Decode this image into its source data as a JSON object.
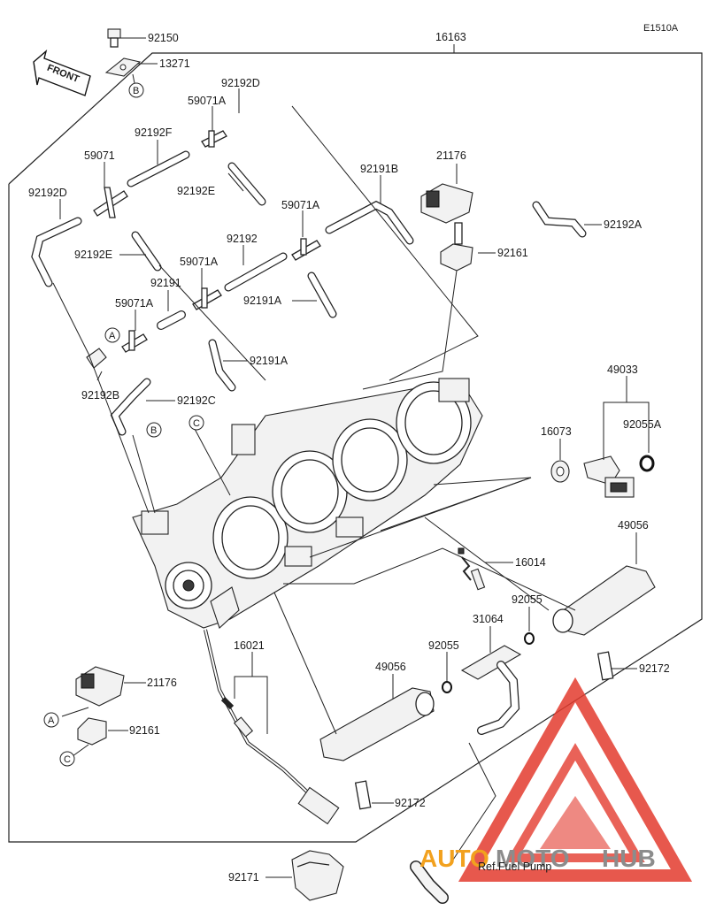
{
  "diagram_code": "E1510A",
  "front_label": "FRONT",
  "reference_note": "Ref.Fuel Pump",
  "watermark": {
    "brand_a": "AUTO",
    "brand_b": "MOTO",
    "brand_c": "HUB",
    "color_red": "#e33b2e",
    "color_orange": "#f2a11e",
    "color_gray": "#8c8c8c"
  },
  "callout_letters": [
    "A",
    "B",
    "C"
  ],
  "parts": {
    "p92150": "92150",
    "p13271": "13271",
    "p16163": "16163",
    "p92192D_top": "92192D",
    "p59071A_top": "59071A",
    "p92192F": "92192F",
    "p59071": "59071",
    "p92192E_top": "92192E",
    "p92192D_left": "92192D",
    "p92192E_left": "92192E",
    "p92191B": "92191B",
    "p21176_top": "21176",
    "p92192A": "92192A",
    "p59071A_mid": "59071A",
    "p92192": "92192",
    "p92161_top": "92161",
    "p59071A_low": "59071A",
    "p92191": "92191",
    "p92191A_mid": "92191A",
    "p59071A_left": "59071A",
    "p92191A_low": "92191A",
    "p92192B": "92192B",
    "p92192C": "92192C",
    "p49033": "49033",
    "p16073": "16073",
    "p92055A": "92055A",
    "p49056_right": "49056",
    "p16014": "16014",
    "p92055_right": "92055",
    "p31064": "31064",
    "p92055_mid": "92055",
    "p49056_left": "49056",
    "p16021": "16021",
    "p92172_right": "92172",
    "p21176_low": "21176",
    "p92161_low": "92161",
    "p92172_low": "92172",
    "p92171": "92171"
  }
}
